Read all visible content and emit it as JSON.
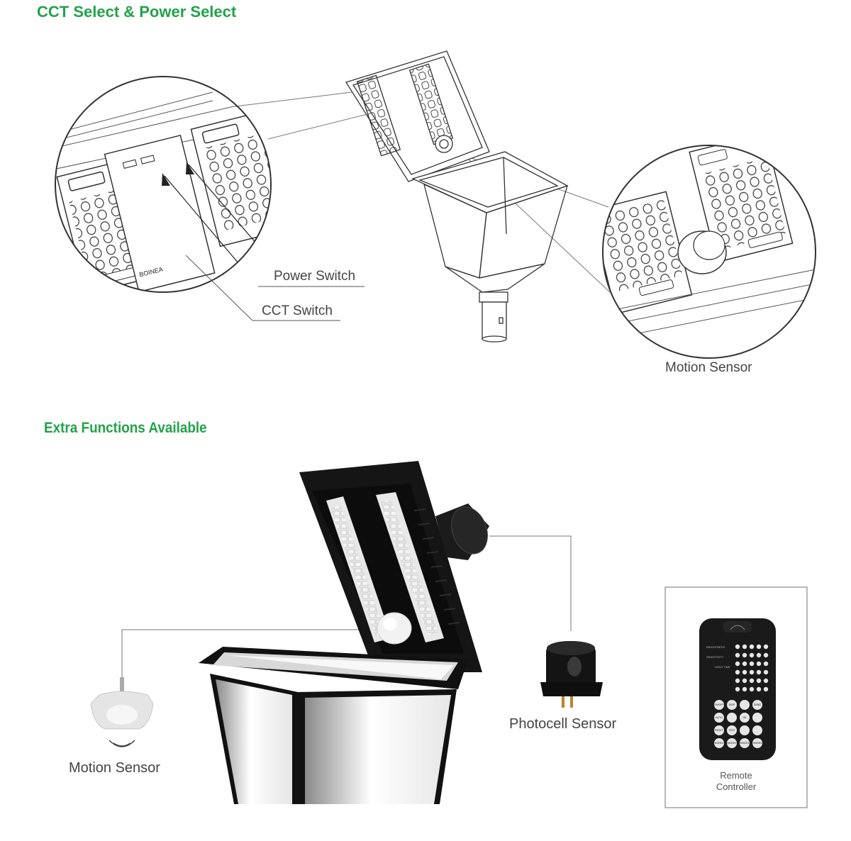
{
  "sections": {
    "cct": {
      "title": "CCT Select & Power Select",
      "callouts": {
        "power_switch": "Power Switch",
        "cct_switch": "CCT Switch",
        "motion_sensor": "Motion Sensor"
      },
      "module_brand": "BOINEA"
    },
    "extra": {
      "title": "Extra Functions Available",
      "items": {
        "motion_sensor": "Motion Sensor",
        "photocell_sensor": "Photocell Sensor",
        "remote_line1": "Remote",
        "remote_line2": "Controller"
      },
      "remote_buttons": {
        "brightness": "BRIGHTNESS",
        "sensitivity": "SENSITIVITY",
        "hold_time": "HOLD TIME",
        "on_off": "ON/OFF",
        "disp": "DISP",
        "send": "SEND",
        "auto": "AUTO",
        "ok": "OK",
        "reset": "RESET",
        "test": "TEST",
        "mode1": "MODE1",
        "mode2": "MODE2",
        "mode3": "MODE3",
        "mode4": "MODE4"
      }
    }
  },
  "colors": {
    "heading": "#22a24a",
    "lamp_black": "#141414",
    "line_art": "#555555"
  }
}
